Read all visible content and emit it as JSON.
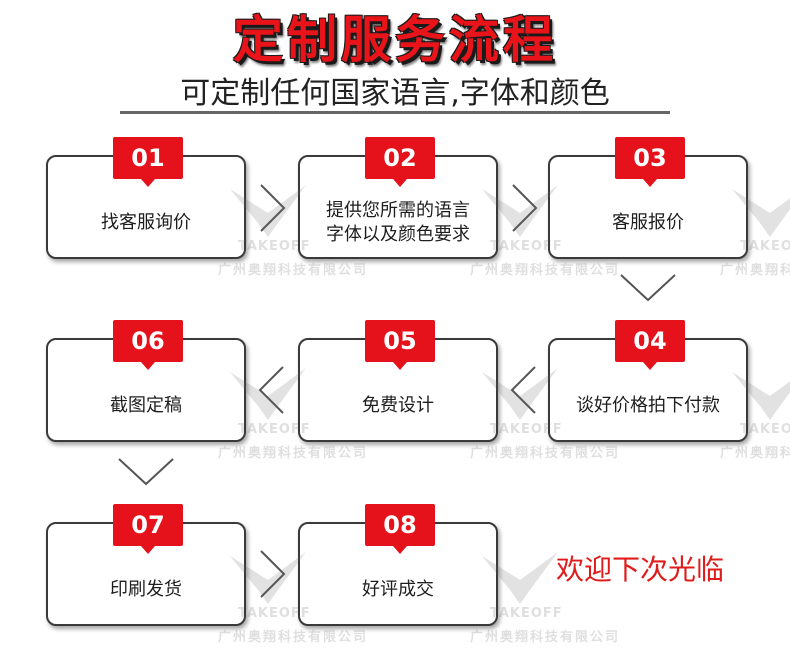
{
  "header": {
    "title": "定制服务流程",
    "subtitle": "可定制任何国家语言,字体和颜色"
  },
  "steps": [
    {
      "number": "01",
      "label": "找客服询价"
    },
    {
      "number": "02",
      "label": "提供您所需的语言\n字体以及颜色要求"
    },
    {
      "number": "03",
      "label": "客服报价"
    },
    {
      "number": "04",
      "label": "谈好价格拍下付款"
    },
    {
      "number": "05",
      "label": "免费设计"
    },
    {
      "number": "06",
      "label": "截图定稿"
    },
    {
      "number": "07",
      "label": "印刷发货"
    },
    {
      "number": "08",
      "label": "好评成交"
    }
  ],
  "watermark": {
    "brand": "TAKEOFF",
    "company": "广州奥翔科技有限公司"
  },
  "footer": {
    "welcome": "欢迎下次光临"
  },
  "colors": {
    "accent": "#e5121b",
    "border": "#3a3a3a",
    "chevron": "#555555"
  }
}
